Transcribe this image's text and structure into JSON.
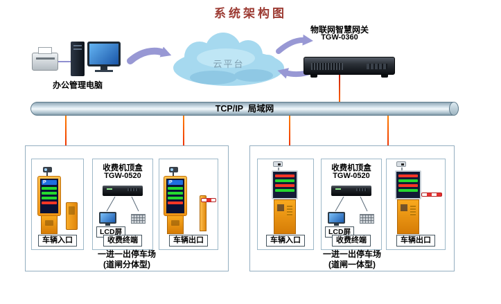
{
  "title": "系统架构图",
  "colors": {
    "title_red": "#9c3a32",
    "arrow_purple": "#9898d4",
    "cloud_blue": "#a6d9ef",
    "connector_orange": "#ff5f00",
    "device_orange": "#f79b1d",
    "led_green": "#25d92f",
    "led_red": "#ff3626"
  },
  "top": {
    "computer_label": "办公管理电脑",
    "cloud_label": "云平台",
    "gateway_label": "物联网智慧网关",
    "gateway_model": "TGW-0360"
  },
  "bus": {
    "label": "TCP/IP  局域网"
  },
  "led": {
    "logo": "P"
  },
  "groups": [
    {
      "entrance_label": "车辆入口",
      "settop_title": "收费机顶盒",
      "settop_model": "TGW-0520",
      "lcd_label": "LCD屏",
      "terminal_label": "收费终端",
      "exit_label": "车辆出口",
      "caption_line1": "一进一出停车场",
      "caption_line2": "(道闸分体型)"
    },
    {
      "entrance_label": "车辆入口",
      "settop_title": "收费机顶盒",
      "settop_model": "TGW-0520",
      "lcd_label": "LCD屏",
      "terminal_label": "收费终端",
      "exit_label": "车辆出口",
      "caption_line1": "一进一出停车场",
      "caption_line2": "(道闸一体型)"
    }
  ]
}
